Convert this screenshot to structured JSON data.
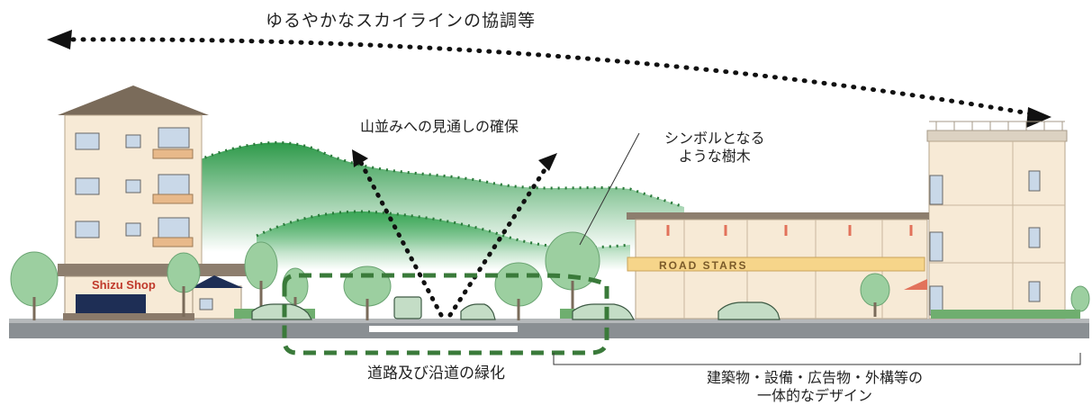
{
  "labels": {
    "skyline": "ゆるやかなスカイラインの協調等",
    "mountain_view": "山並みへの見通しの確保",
    "symbol_tree_line1": "シンボルとなる",
    "symbol_tree_line2": "ような樹木",
    "road_greening": "道路及び沿道の緑化",
    "design_line1": "建築物・設備・広告物・外構等の",
    "design_line2": "一体的なデザイン"
  },
  "signs": {
    "shop": "Shizu Shop",
    "road_stars": "ROAD STARS"
  },
  "colors": {
    "mountain_green": "#2e9a4a",
    "tree_green": "#9ccfa0",
    "road": "#8a8f93",
    "building_cream": "#f7ead6",
    "sign_yellow": "#f6d58a",
    "dash_green": "#3a7a3a"
  }
}
